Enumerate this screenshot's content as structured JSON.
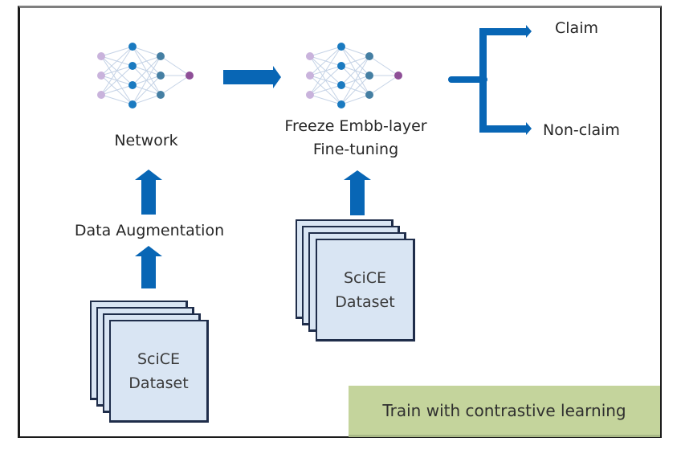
{
  "diagram": {
    "colors": {
      "arrow": "#0866b5",
      "sheet_fill": "#d9e5f3",
      "sheet_border": "#1f2d4a",
      "training_box": "#c4d49c",
      "node_input": "#c9b3dc",
      "node_hidden1": "#1a7ac0",
      "node_hidden2": "#457fa3",
      "node_output": "#8e4f97"
    },
    "left_branch": {
      "network_label": "Network",
      "augmentation_label": "Data Augmentation",
      "dataset_line1": "SciCE",
      "dataset_line2": "Dataset"
    },
    "middle_branch": {
      "finetune_line1": "Freeze Embb-layer",
      "finetune_line2": "Fine-tuning",
      "dataset_line1": "SciCE",
      "dataset_line2": "Dataset"
    },
    "outputs": {
      "positive": "Claim",
      "negative": "Non-claim"
    },
    "training_note": "Train with contrastive learning",
    "network_icon": {
      "layers": [
        3,
        4,
        3,
        1
      ]
    }
  }
}
